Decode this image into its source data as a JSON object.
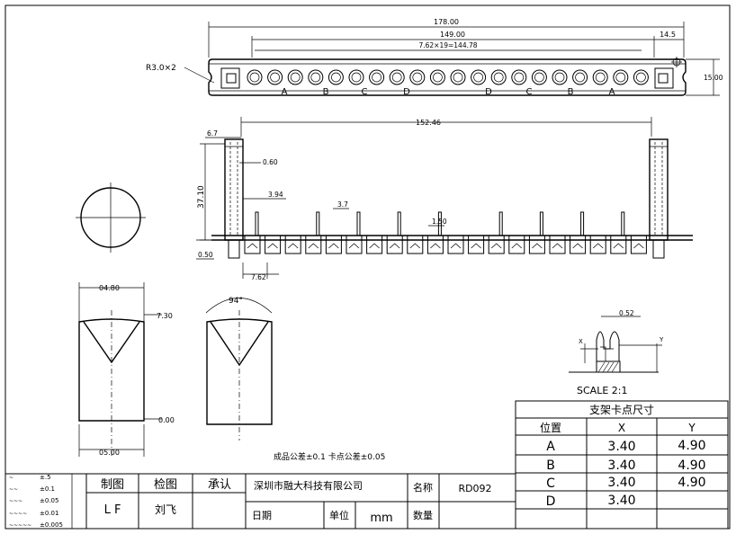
{
  "top_view": {
    "dim_overall": "178.00",
    "dim_inner": "149.00",
    "dim_pitch": "7.62×19=144.78",
    "dim_edge": "14.5",
    "dim_height": "15.00",
    "radius": "R3.0×2",
    "pin_letters": [
      "A",
      "B",
      "C",
      "D",
      "D",
      "C",
      "B",
      "A"
    ]
  },
  "front_view": {
    "dim_length": "152.46",
    "dim_offset": "6.7",
    "dim_slot": "0.60",
    "dim_height": "37.10",
    "dim_pin": "3.94",
    "dim_w1": "3.7",
    "dim_w2": "1.50",
    "dim_base": "0.50",
    "dim_pitch": "7.62"
  },
  "section": {
    "dim_top": "04.80",
    "dim_right": "7.30",
    "dim_zero": "0.00",
    "dim_bottom": "05.00",
    "angle": "94°"
  },
  "detail": {
    "dim": "0.52",
    "x_label": "X",
    "y_label": "Y",
    "scale": "SCALE 2:1"
  },
  "tolerance_note": "成品公差±0.1 卡点公差±0.05",
  "clip_table": {
    "title": "支架卡点尺寸",
    "headers": [
      "位置",
      "X",
      "Y"
    ],
    "rows": [
      {
        "pos": "A",
        "x": "3.40",
        "y": "4.90"
      },
      {
        "pos": "B",
        "x": "3.40",
        "y": "4.90"
      },
      {
        "pos": "C",
        "x": "3.40",
        "y": "4.90"
      },
      {
        "pos": "D",
        "x": "3.40",
        "y": ""
      }
    ]
  },
  "tolerance_table": [
    {
      "symbol": "~",
      "value": "±.5"
    },
    {
      "symbol": "~~",
      "value": "±0.1"
    },
    {
      "symbol": "~~~",
      "value": "±0.05"
    },
    {
      "symbol": "~~~~",
      "value": "±0.01"
    },
    {
      "symbol": "~~~~~",
      "value": "±0.005"
    }
  ],
  "title_block": {
    "draw_label": "制图",
    "check_label": "检图",
    "approve_label": "承认",
    "draw_value": "L F",
    "check_value": "刘飞",
    "company": "深圳市融大科技有限公司",
    "name_label": "名称",
    "name_value": "RD092",
    "date_label": "日期",
    "unit_label": "单位",
    "unit_value": "mm",
    "qty_label": "数量"
  }
}
